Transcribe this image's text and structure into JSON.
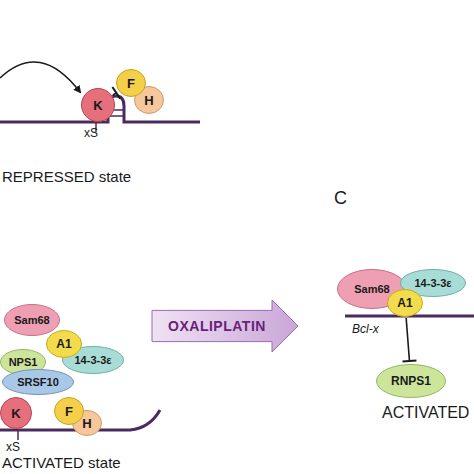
{
  "diagram": {
    "nodes": [
      {
        "text": [
          "K"
        ]
      },
      {
        "text": [
          "F"
        ]
      },
      {
        "text": [
          "H"
        ]
      },
      {
        "text": [
          "Sam68"
        ]
      },
      {
        "text": [
          "14-3-3ε"
        ]
      },
      {
        "text": [
          "A1"
        ]
      },
      {
        "text": [
          "RNPS1"
        ]
      },
      {
        "text": [
          "OXALIPLATIN"
        ]
      },
      {
        "text": [
          "Sam68"
        ]
      },
      {
        "text": [
          "A1"
        ]
      },
      {
        "text": [
          "NPS1"
        ]
      },
      {
        "text": [
          "14-3-3ε"
        ]
      },
      {
        "text": [
          "SRSF10"
        ]
      },
      {
        "text": [
          "K"
        ]
      },
      {
        "text": [
          "F"
        ]
      },
      {
        "text": [
          "H"
        ]
      }
    ],
    "edges": [
      {
        "from": 0,
        "to": 1,
        "arrow": "to"
      },
      {
        "from": 5,
        "to": 6,
        "arrow": "to"
      }
    ],
    "labels": [
      "xS",
      "REPRESSED state",
      "C",
      "Bcl-x",
      "ACTIVATED",
      "xS",
      "ACTIVATED state"
    ]
  }
}
